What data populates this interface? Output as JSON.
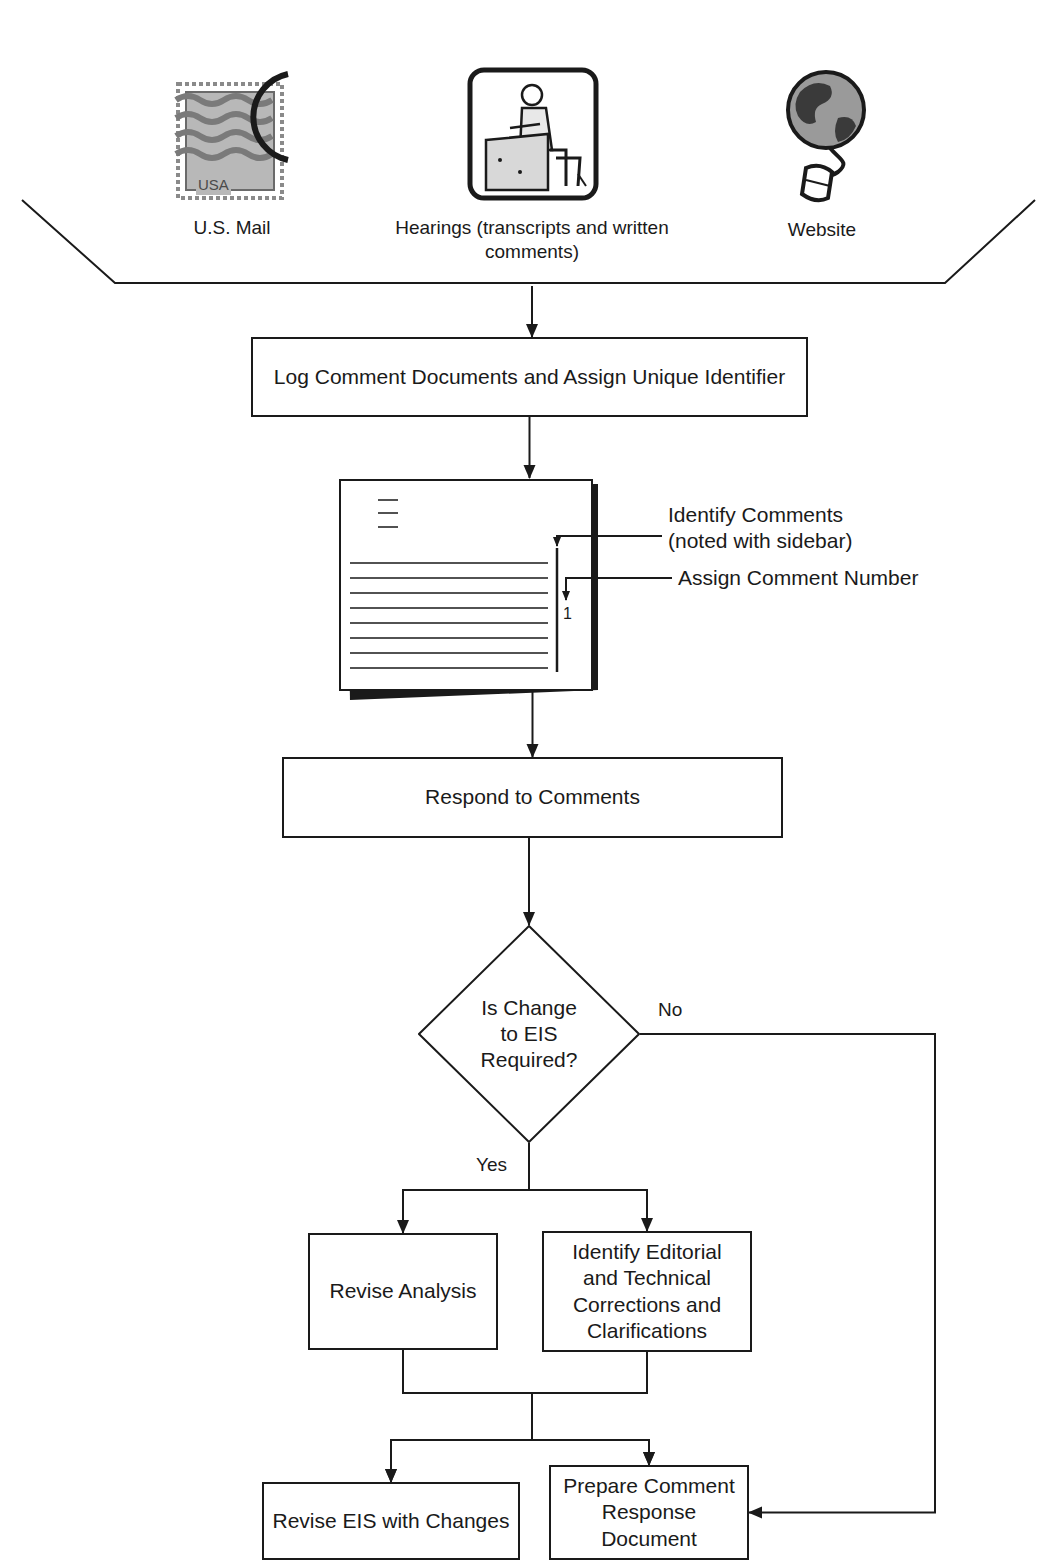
{
  "diagram": {
    "nodes": [
      {
        "text": [
          "U.S. Mail",
          "Hearings (transcripts and written comments)",
          "Website"
        ]
      },
      {
        "text": [
          "Log Comment Documents and Assign Unique Identifier"
        ]
      },
      {
        "text": [
          "1"
        ]
      },
      {
        "text": [
          "Respond to Comments"
        ]
      },
      {
        "text": [
          "Is Change to EIS Required?"
        ]
      },
      {
        "text": [
          "Revise Analysis"
        ]
      },
      {
        "text": [
          "Identify Editorial and Technical Corrections and Clarifications"
        ]
      },
      {
        "text": [
          "Revise EIS with Changes"
        ]
      },
      {
        "text": [
          "Prepare Comment Response Document"
        ]
      }
    ],
    "edges": [
      {
        "from": 0,
        "to": 1,
        "arrow": "to"
      },
      {
        "from": 1,
        "to": 2,
        "arrow": "to"
      },
      {
        "from": 2,
        "to": 3,
        "arrow": "to"
      },
      {
        "from": 3,
        "to": 4,
        "arrow": "to"
      },
      {
        "from": 4,
        "to": 5,
        "label": "Yes",
        "arrow": "to"
      },
      {
        "from": 4,
        "to": 6,
        "arrow": "to"
      },
      {
        "from": 4,
        "to": 8,
        "label": "No",
        "arrow": "to"
      },
      {
        "from": 5,
        "to": 7,
        "arrow": "to"
      },
      {
        "from": 5,
        "to": 8,
        "arrow": "to"
      },
      {
        "from": 6,
        "to": 7,
        "arrow": "to"
      },
      {
        "from": 6,
        "to": 8,
        "arrow": "to"
      }
    ],
    "labels": [
      "Identify Comments (noted with sidebar)",
      "Assign Comment Number",
      "USA"
    ]
  }
}
